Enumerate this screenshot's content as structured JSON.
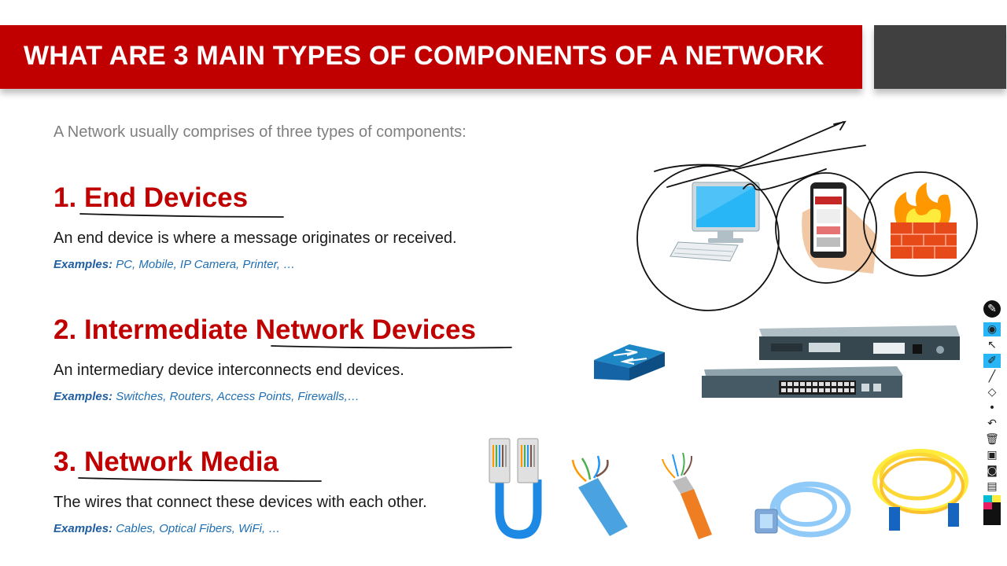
{
  "slide": {
    "title": "WHAT ARE 3 MAIN TYPES OF COMPONENTS OF A NETWORK",
    "intro": "A Network usually comprises of three types of components:",
    "sections": [
      {
        "number": "1.",
        "heading": "End Devices",
        "description": "An end device is where a message originates or received.",
        "examples_label": "Examples:",
        "examples_text": "PC, Mobile, IP Camera, Printer, …"
      },
      {
        "number": "2.",
        "heading": "Intermediate Network Devices",
        "description": "An intermediary device interconnects end devices.",
        "examples_label": "Examples:",
        "examples_text": "Switches, Routers, Access Points, Firewalls,…"
      },
      {
        "number": "3.",
        "heading": "Network Media",
        "description": "The wires that connect these devices with each other.",
        "examples_label": "Examples:",
        "examples_text": "Cables, Optical Fibers, WiFi, …"
      }
    ]
  },
  "colors": {
    "accent_red": "#c00000",
    "dark_block": "#404040",
    "intro_gray": "#7f7f7f",
    "examples_blue": "#1f6fb2"
  },
  "toolbar": {
    "tools": [
      "pen-logo-icon",
      "eye-icon",
      "cursor-icon",
      "highlighter-icon",
      "pen-icon",
      "eraser-icon",
      "dot-icon",
      "undo-icon",
      "trash-icon",
      "screen-icon",
      "camera-icon",
      "clipboard-icon",
      "color-palette-icon"
    ]
  }
}
